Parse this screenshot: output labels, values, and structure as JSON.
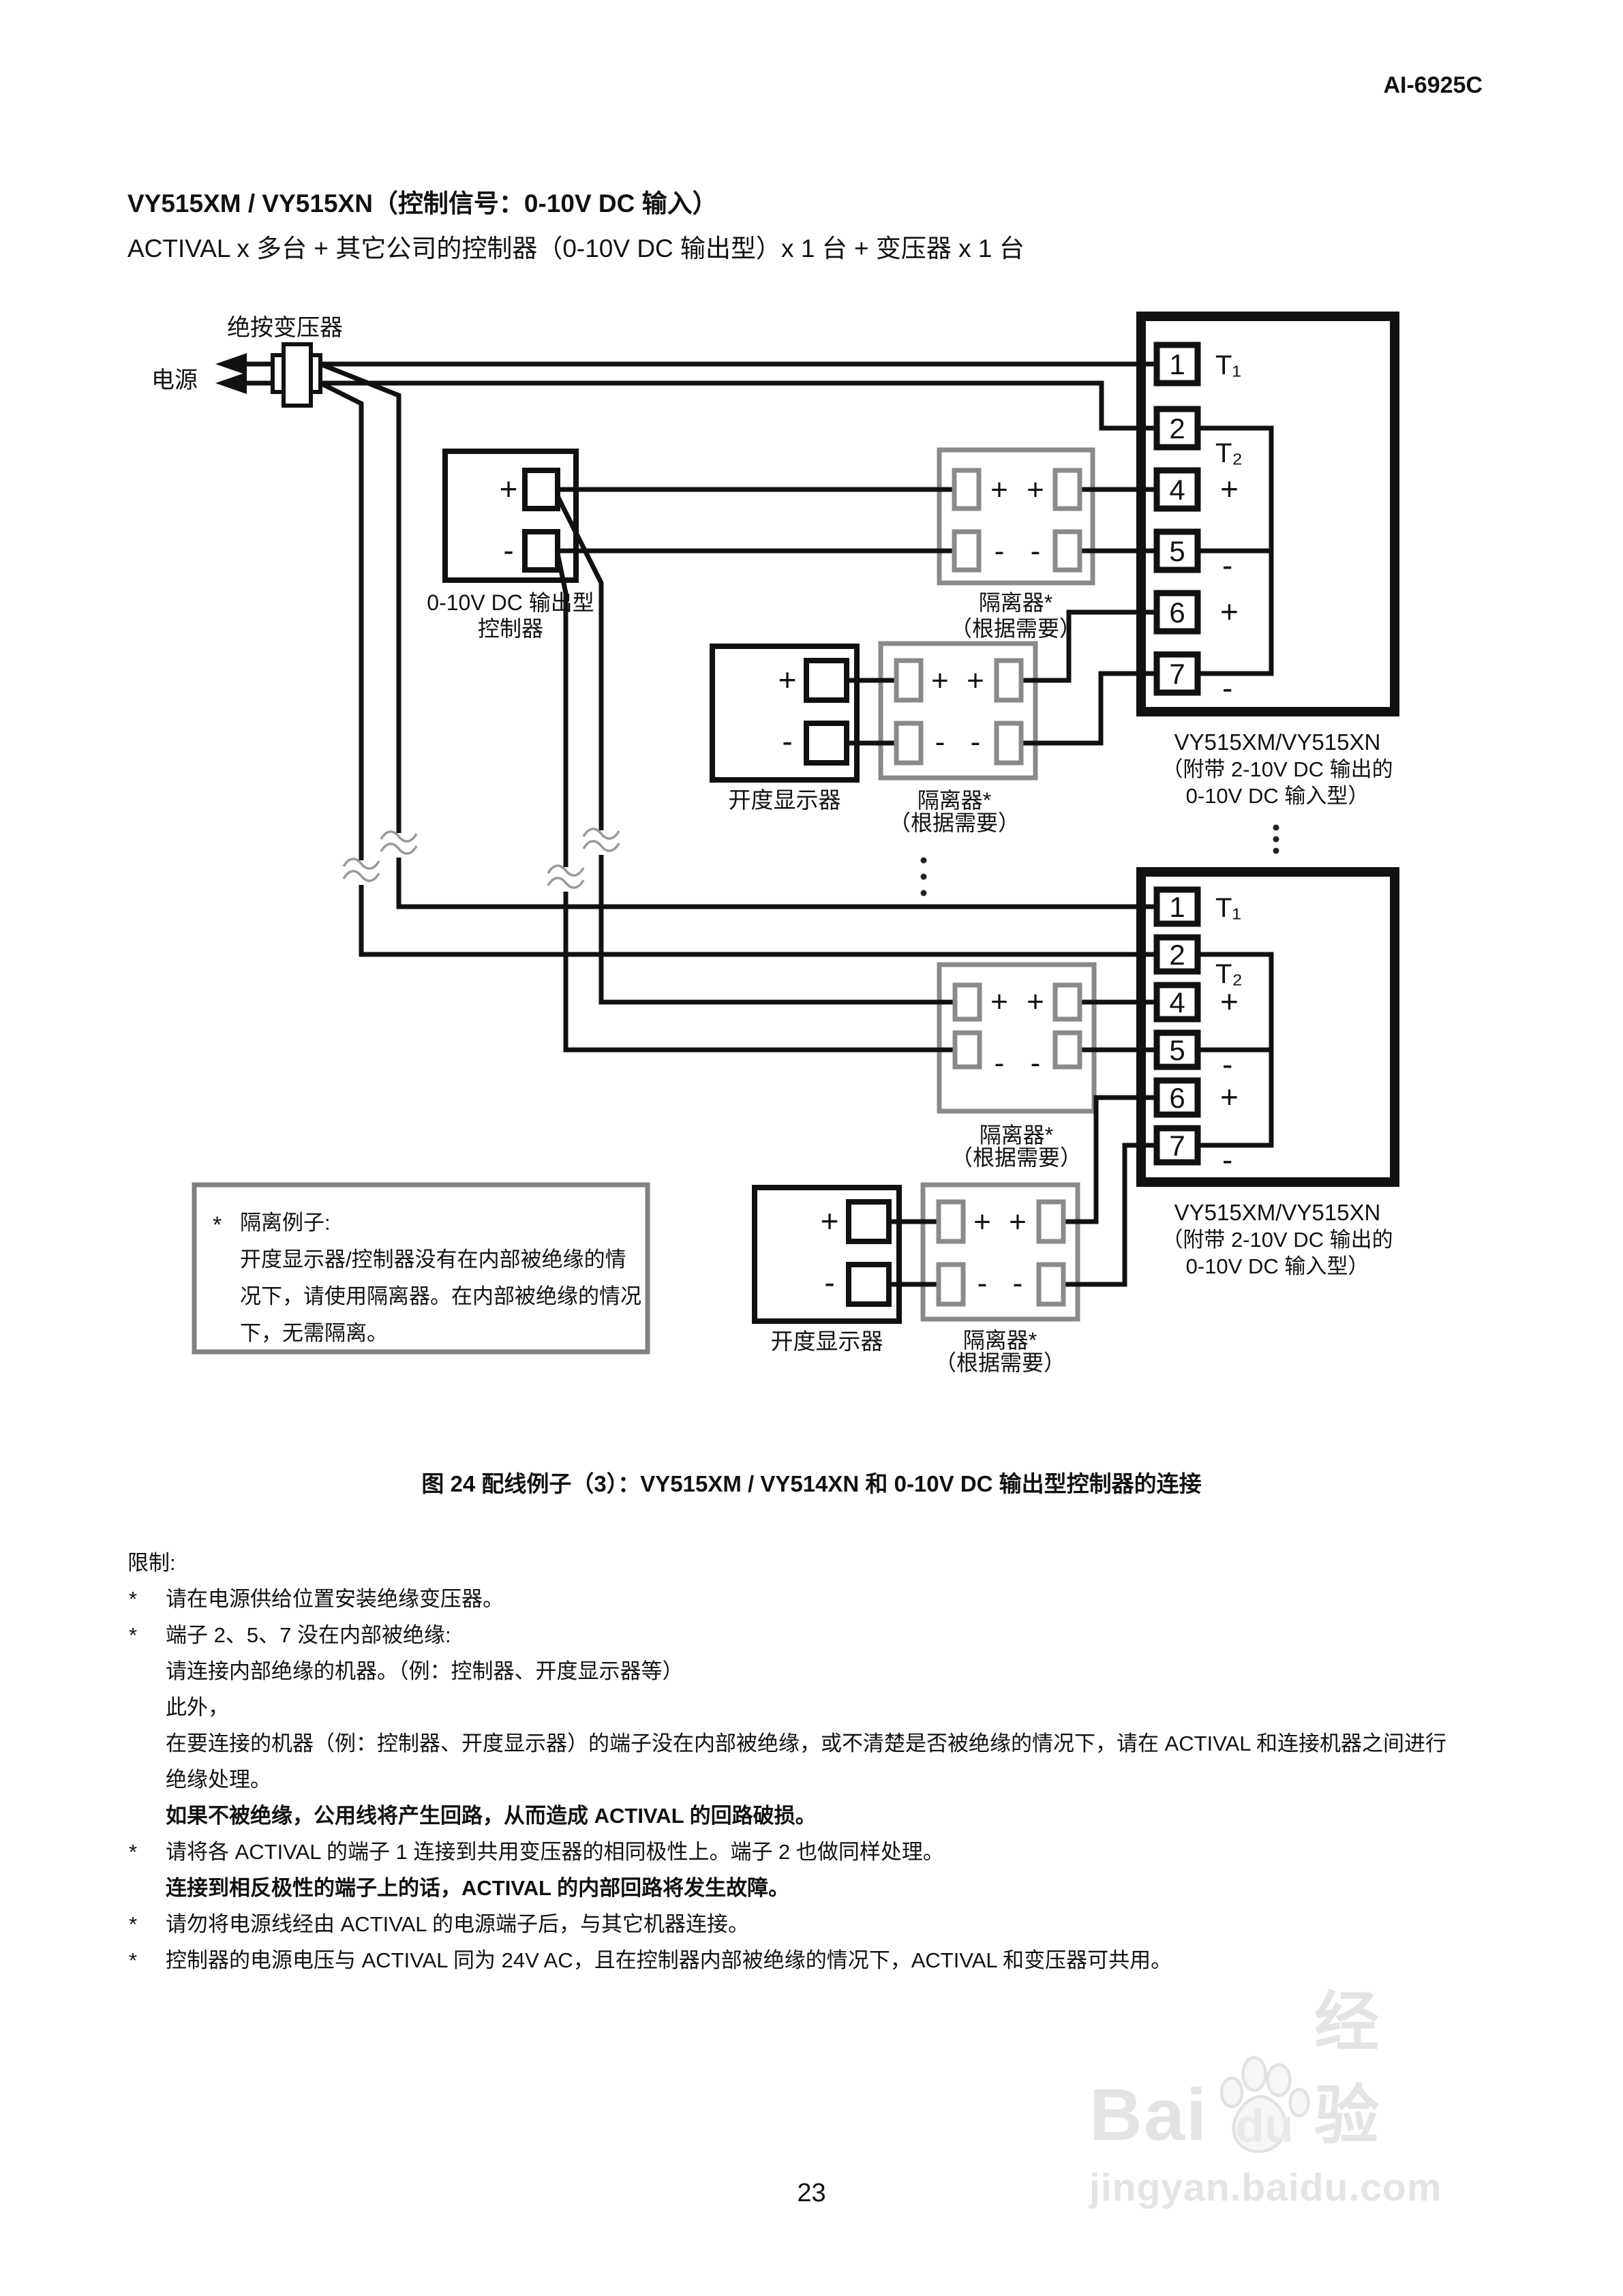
{
  "page": {
    "doc_code": "AI-6925C",
    "page_number": "23"
  },
  "title": {
    "line1": "VY515XM / VY515XN（控制信号：0-10V DC 输入）",
    "line2": "ACTIVAL x 多台 + 其它公司的控制器（0-10V DC 输出型）x 1 台 + 变压器 x 1 台"
  },
  "diagram": {
    "transformer_label": "绝按变压器",
    "power_label": "电源",
    "controller_line1": "0-10V DC 输出型",
    "controller_line2": "控制器",
    "display_label": "开度显示器",
    "isolator_line1": "隔离器*",
    "isolator_line2": "（根据需要）",
    "unit_line1": "VY515XM/VY515XN",
    "unit_line2": "（附带 2-10V DC 输出的",
    "unit_line3": "0-10V DC 输入型）",
    "t1": "T₁",
    "t2": "T₂",
    "plus": "+",
    "minus": "-",
    "terminals": [
      "1",
      "2",
      "4",
      "5",
      "6",
      "7"
    ],
    "note": {
      "bullet": "*",
      "line1": "隔离例子:",
      "line2": "开度显示器/控制器没有在内部被绝缘的情",
      "line3": "况下，请使用隔离器。在内部被绝缘的情况",
      "line4": "下，无需隔离。"
    }
  },
  "caption": "图 24 配线例子（3）：VY515XM / VY514XN 和 0-10V DC 输出型控制器的连接",
  "restrictions": {
    "heading": "限制:",
    "bullet": "*",
    "items": [
      {
        "text": "请在电源供给位置安装绝缘变压器。"
      },
      {
        "text": "端子 2、5、7 没在内部被绝缘:"
      },
      {
        "text": "请连接内部绝缘的机器。（例：控制器、开度显示器等）"
      },
      {
        "text": "此外，"
      },
      {
        "text": "在要连接的机器（例：控制器、开度显示器）的端子没在内部被绝缘，或不清楚是否被绝缘的情况下，请在 ACTIVAL 和连接机器之间进行"
      },
      {
        "text": "绝缘处理。"
      },
      {
        "text": "如果不被绝缘，公用线将产生回路，从而造成 ACTIVAL 的回路破损。"
      },
      {
        "text": "请将各 ACTIVAL 的端子 1 连接到共用变压器的相同极性上。端子 2 也做同样处理。"
      },
      {
        "text": "连接到相反极性的端子上的话，ACTIVAL 的内部回路将发生故障。"
      },
      {
        "text": "请勿将电源线经由 ACTIVAL 的电源端子后，与其它机器连接。"
      },
      {
        "text": "控制器的电源电压与 ACTIVAL 同为 24V AC，且在控制器内部被绝缘的情况下，ACTIVAL 和变压器可共用。"
      }
    ]
  },
  "watermark": {
    "bai": "Bai",
    "du": "du",
    "cn": "经验",
    "url": "jingyan.baidu.com"
  }
}
